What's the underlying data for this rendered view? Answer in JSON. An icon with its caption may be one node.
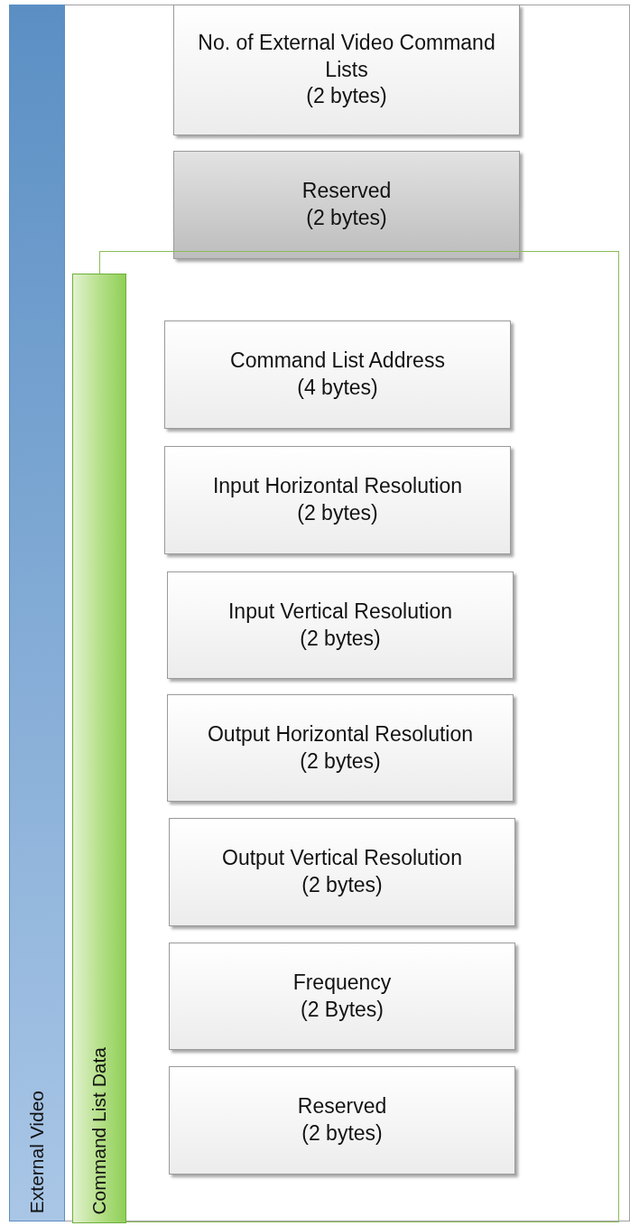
{
  "diagram": {
    "nodes": [
      {
        "text": [
          "External Video"
        ]
      },
      {
        "text": [
          "No. of External Video Command Lists",
          "(2 bytes)"
        ],
        "in": 0
      },
      {
        "text": [
          "Reserved",
          "(2 bytes)"
        ],
        "in": 0
      },
      {
        "text": [
          "Command List Data"
        ],
        "in": 0
      },
      {
        "text": [
          "Command List Address",
          "(4 bytes)"
        ],
        "in": 3
      },
      {
        "text": [
          "Input Horizontal Resolution",
          "(2 bytes)"
        ],
        "in": 3
      },
      {
        "text": [
          "Input Vertical Resolution",
          "(2 bytes)"
        ],
        "in": 3
      },
      {
        "text": [
          "Output Horizontal Resolution",
          "(2 bytes)"
        ],
        "in": 3
      },
      {
        "text": [
          "Output Vertical Resolution",
          "(2 bytes)"
        ],
        "in": 3
      },
      {
        "text": [
          "Frequency",
          "(2 Bytes)"
        ],
        "in": 3
      },
      {
        "text": [
          "Reserved",
          "(2 bytes)"
        ],
        "in": 3
      }
    ]
  }
}
